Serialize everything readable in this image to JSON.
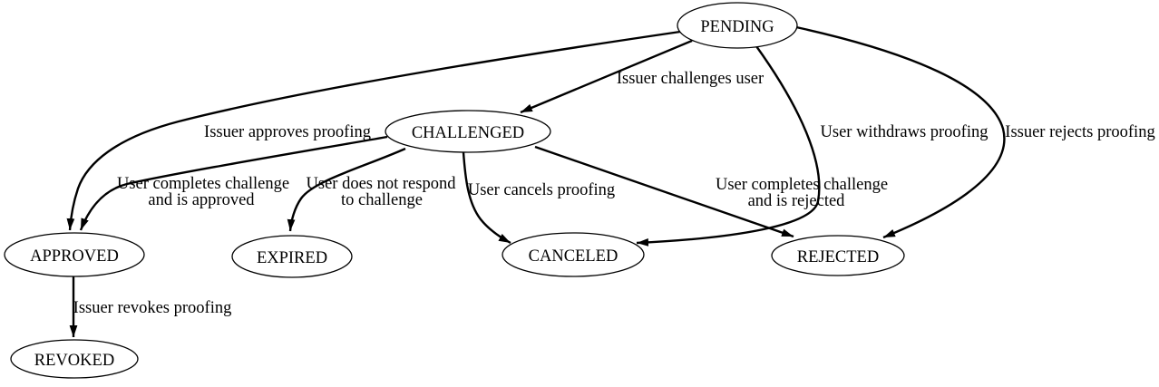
{
  "diagram": {
    "type": "state-machine-graph",
    "background_color": "#ffffff",
    "line_color": "#000000",
    "nodes": [
      {
        "id": "pending",
        "label": "PENDING"
      },
      {
        "id": "challenged",
        "label": "CHALLENGED"
      },
      {
        "id": "approved",
        "label": "APPROVED"
      },
      {
        "id": "expired",
        "label": "EXPIRED"
      },
      {
        "id": "canceled",
        "label": "CANCELED"
      },
      {
        "id": "rejected",
        "label": "REJECTED"
      },
      {
        "id": "revoked",
        "label": "REVOKED"
      }
    ],
    "edges": [
      {
        "from": "PENDING",
        "to": "CHALLENGED",
        "label": "Issuer challenges user"
      },
      {
        "from": "PENDING",
        "to": "APPROVED",
        "label": "Issuer approves proofing"
      },
      {
        "from": "PENDING",
        "to": "CANCELED",
        "label": "User withdraws proofing"
      },
      {
        "from": "PENDING",
        "to": "REJECTED",
        "label": "Issuer rejects proofing"
      },
      {
        "from": "CHALLENGED",
        "to": "APPROVED",
        "label": "User completes challenge and is approved",
        "label_line1": "User completes challenge",
        "label_line2": "and is approved"
      },
      {
        "from": "CHALLENGED",
        "to": "EXPIRED",
        "label": "User does not respond to challenge",
        "label_line1": "User does not respond",
        "label_line2": "to challenge"
      },
      {
        "from": "CHALLENGED",
        "to": "CANCELED",
        "label": "User cancels proofing"
      },
      {
        "from": "CHALLENGED",
        "to": "REJECTED",
        "label": "User completes challenge and is rejected",
        "label_line1": "User completes challenge",
        "label_line2": "and is rejected"
      },
      {
        "from": "APPROVED",
        "to": "REVOKED",
        "label": "Issuer revokes proofing"
      }
    ]
  }
}
